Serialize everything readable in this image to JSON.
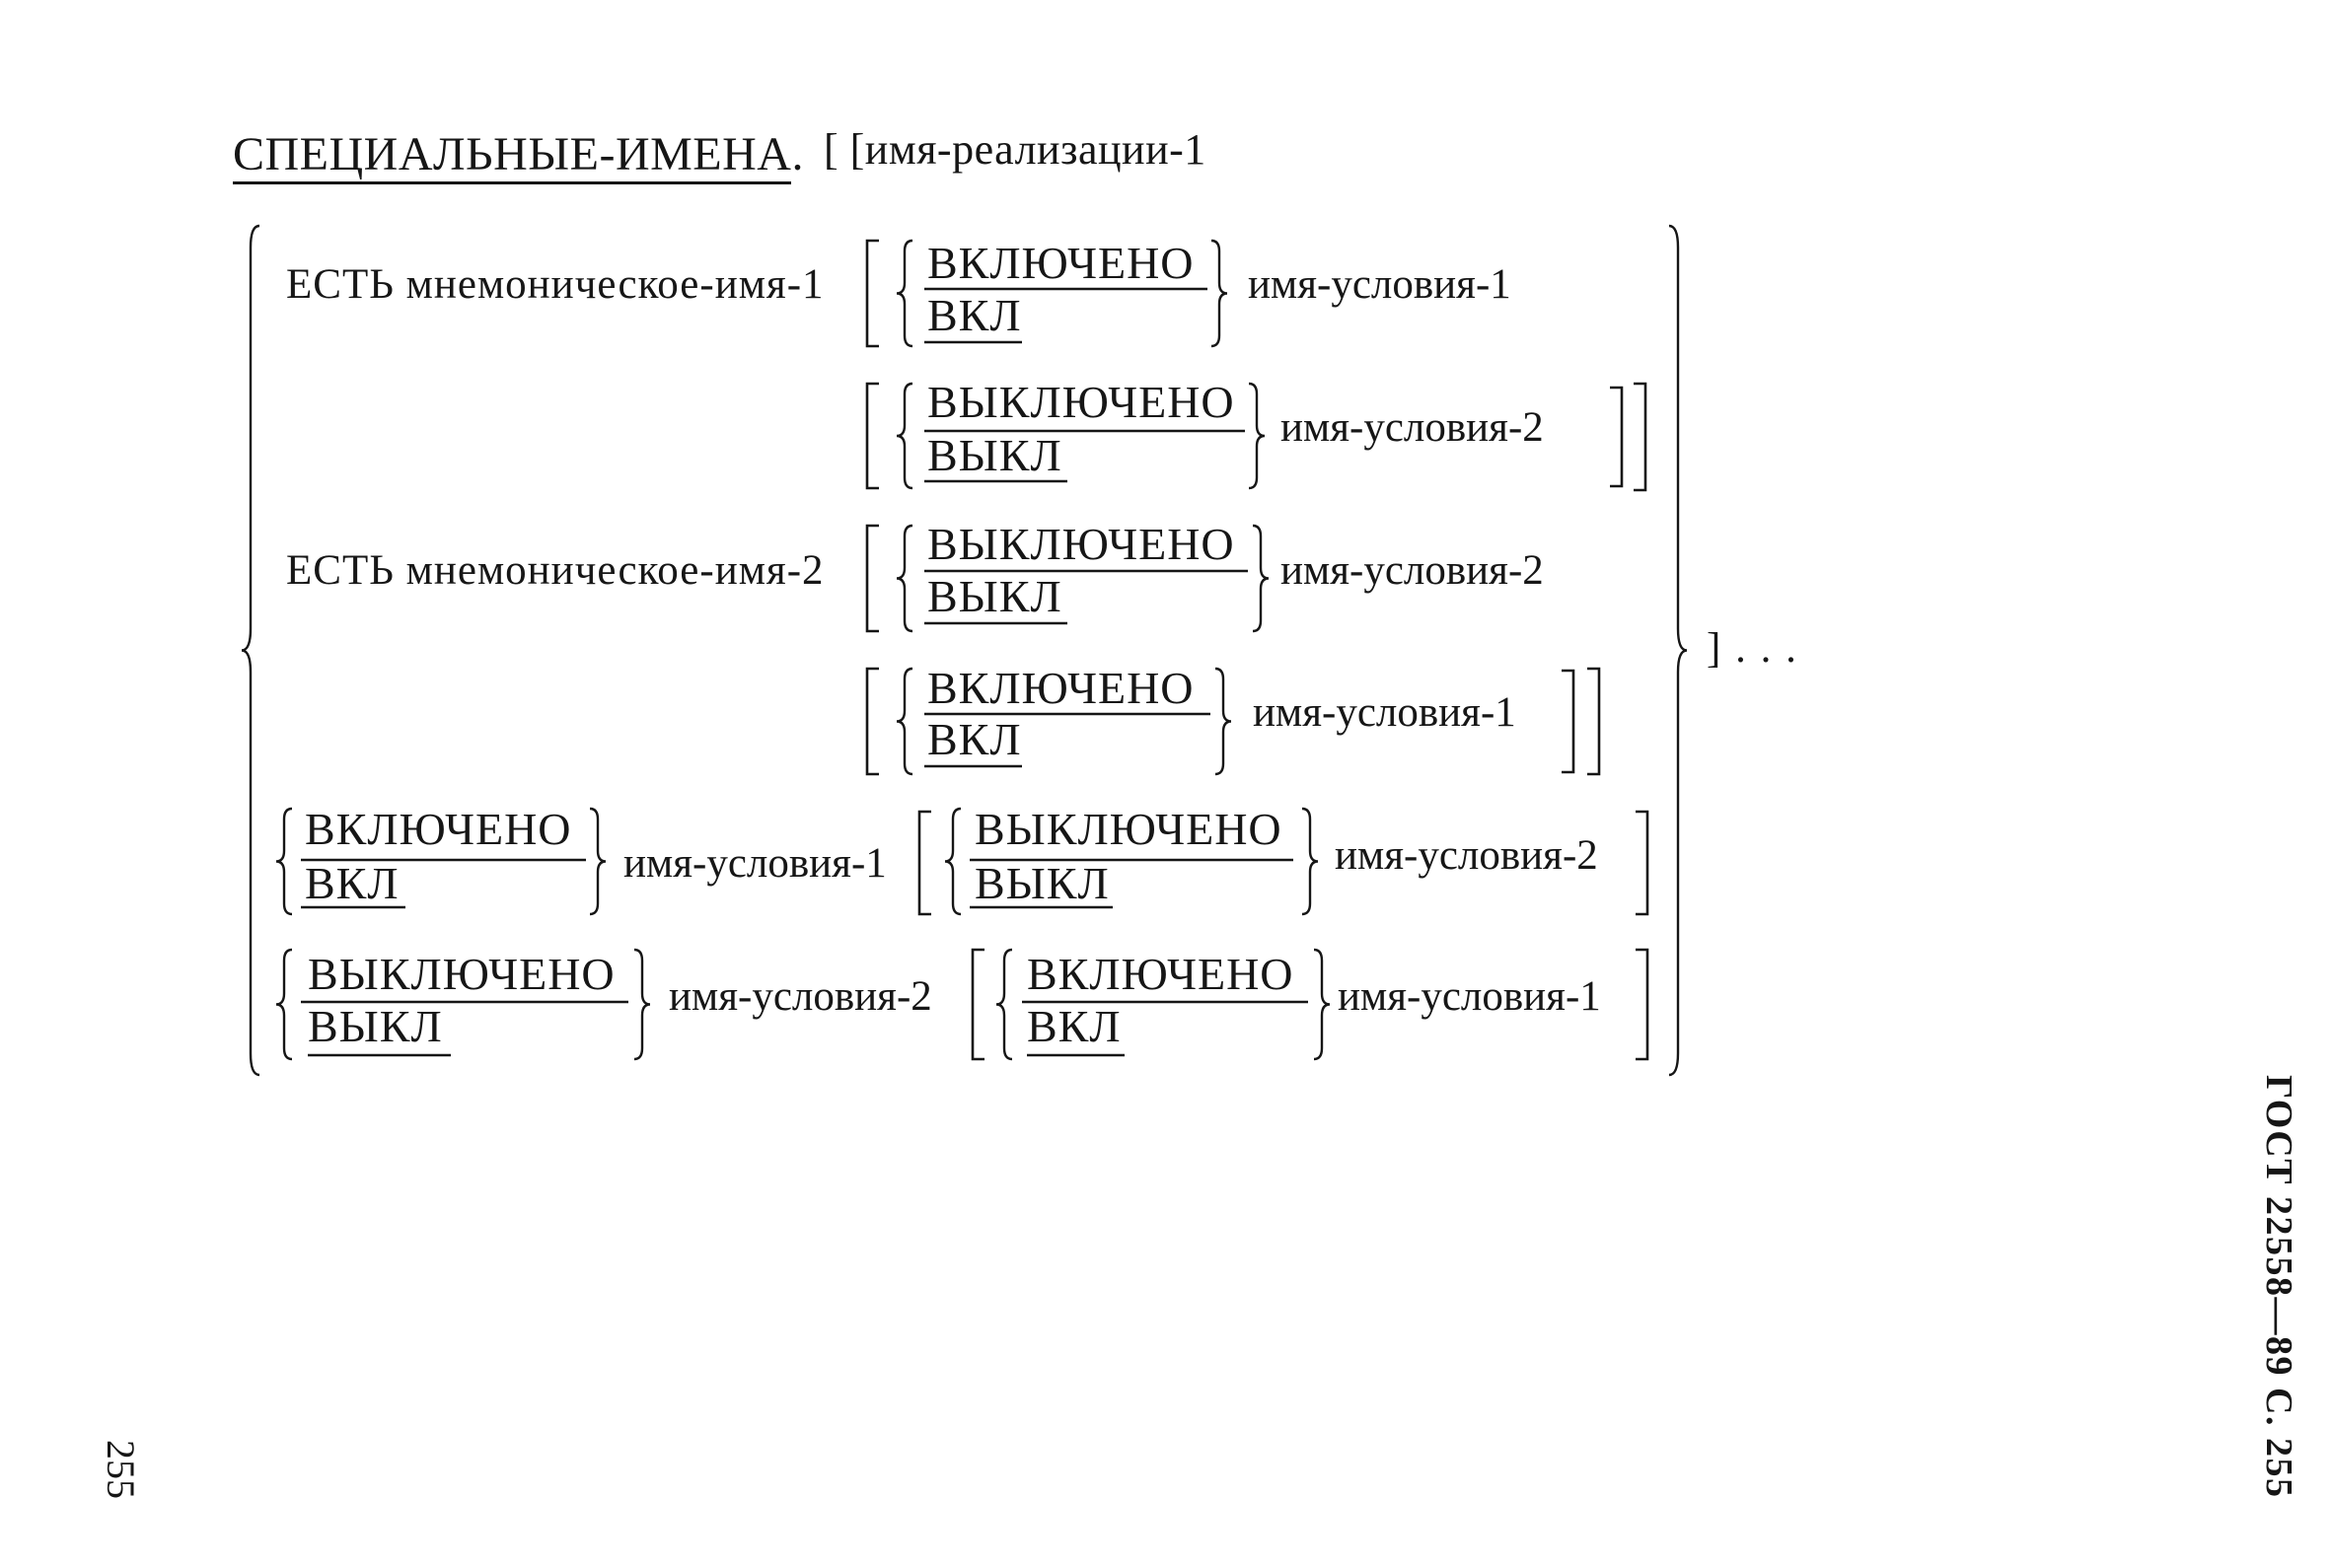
{
  "header": {
    "keyword": "СПЕЦИАЛЬНЫЕ-ИМЕНА",
    "period": ".",
    "implementor": "[ [имя-реализации-1"
  },
  "clauses": [
    {
      "lead": "ЕСТЬ мнемоническое-имя-1",
      "first": {
        "top": "ВКЛЮЧЕНО",
        "bottom": "ВКЛ",
        "condition": "имя-условия-1"
      },
      "second": {
        "top": "ВЫКЛЮЧЕНО",
        "bottom": "ВЫКЛ",
        "condition": "имя-условия-2"
      }
    },
    {
      "lead": "ЕСТЬ мнемоническое-имя-2",
      "first": {
        "top": "ВЫКЛЮЧЕНО",
        "bottom": "ВЫКЛ",
        "condition": "имя-условия-2"
      },
      "second": {
        "top": "ВКЛЮЧЕНО",
        "bottom": "ВКЛ",
        "condition": "имя-условия-1"
      }
    },
    {
      "first": {
        "top": "ВКЛЮЧЕНО",
        "bottom": "ВКЛ",
        "condition": "имя-условия-1"
      },
      "second": {
        "top": "ВЫКЛЮЧЕНО",
        "bottom": "ВЫКЛ",
        "condition": "имя-условия-2"
      }
    },
    {
      "first": {
        "top": "ВЫКЛЮЧЕНО",
        "bottom": "ВЫКЛ",
        "condition": "имя-условия-2"
      },
      "second": {
        "top": "ВКЛЮЧЕНО",
        "bottom": "ВКЛ",
        "condition": "имя-условия-1"
      }
    }
  ],
  "repeat_marker": "] . . .",
  "running_head": "ГОСТ 22558—89 С. 255",
  "page_number": "255"
}
